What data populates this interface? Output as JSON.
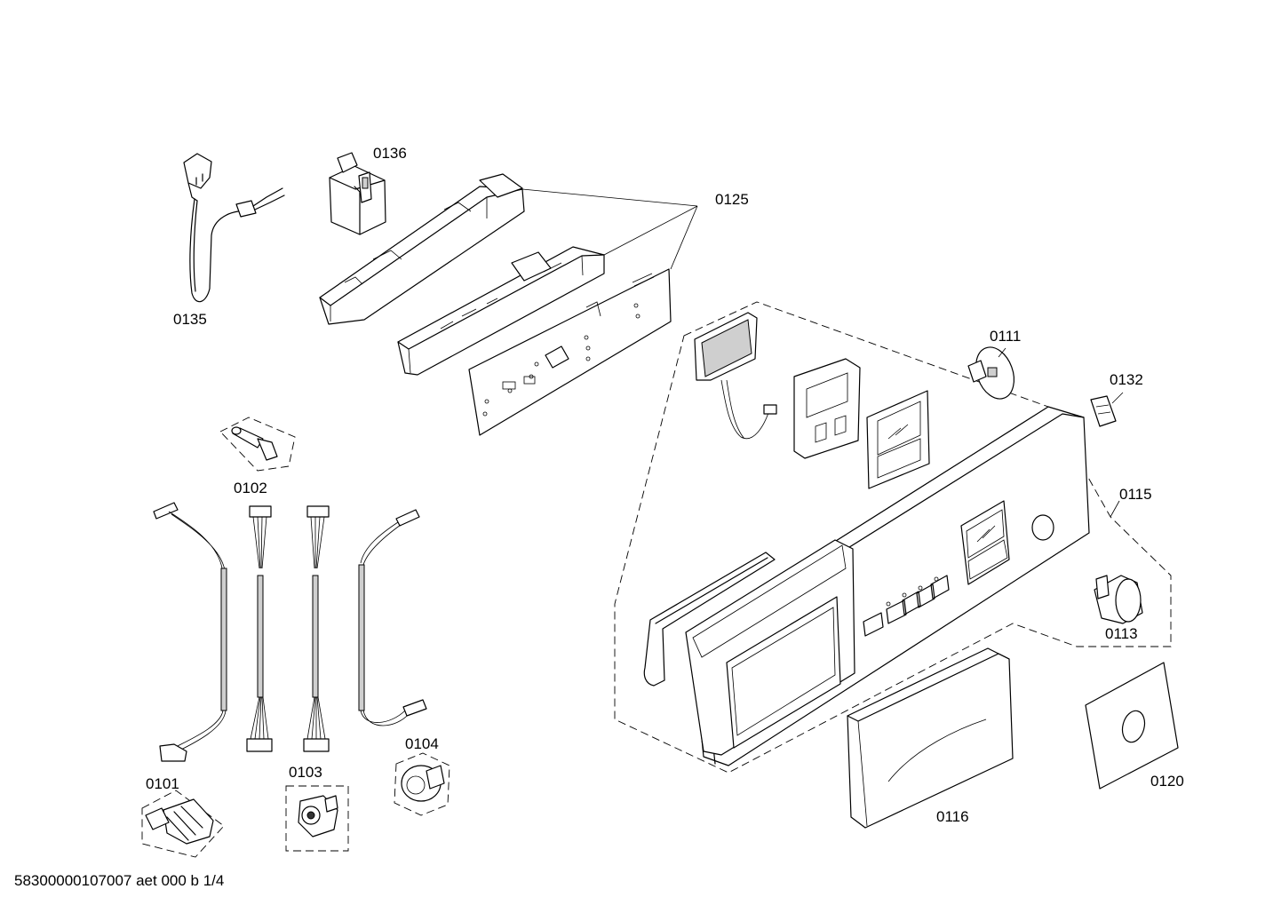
{
  "parts": [
    {
      "id": "p0135",
      "label": "0135"
    },
    {
      "id": "p0136",
      "label": "0136"
    },
    {
      "id": "p0125",
      "label": "0125"
    },
    {
      "id": "p0111",
      "label": "0111"
    },
    {
      "id": "p0132",
      "label": "0132"
    },
    {
      "id": "p0115",
      "label": "0115"
    },
    {
      "id": "p0113",
      "label": "0113"
    },
    {
      "id": "p0102",
      "label": "0102"
    },
    {
      "id": "p0101",
      "label": "0101"
    },
    {
      "id": "p0103",
      "label": "0103"
    },
    {
      "id": "p0104",
      "label": "0104"
    },
    {
      "id": "p0116",
      "label": "0116"
    },
    {
      "id": "p0120",
      "label": "0120"
    }
  ],
  "footer": "58300000107007 aet 000 b 1/4"
}
